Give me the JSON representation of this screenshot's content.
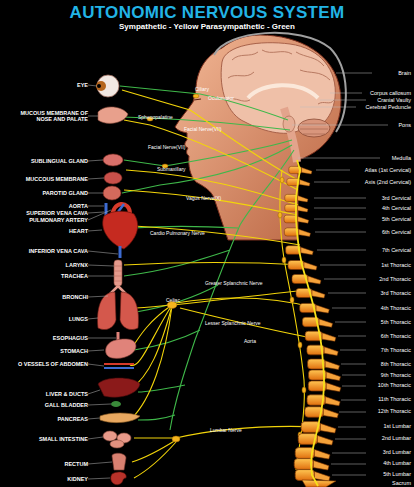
{
  "diagram": {
    "title": "AUTONOMIC NERVOUS SYSTEM",
    "labels": [
      "Sympathetic - Yellow Parasympathetic - Green",
      "EYE",
      "MUCOUS MEMBRANE OF NOSE AND PALATE",
      "SUBLINGUAL GLAND",
      "MUCCOUS MEMBRANE",
      "PAROTID GLAND",
      "AORTA",
      "SUPERIOR VENA CAVA",
      "PULMONARY ARTERY",
      "HEART",
      "INFERIOR VENA CAVA",
      "LARYNX",
      "TRACHEA",
      "BRONCHI",
      "LUNGS",
      "ESOPHAGUS",
      "STOMACH",
      "O VESSELS OF ABDOMEN",
      "LIVER & DUCTS",
      "GALL BLADDER",
      "PANCREAS",
      "SMALL INTESTINE",
      "RECTUM",
      "KIDNEY",
      "Ciliary",
      "Oculomotor",
      "Sphenopalatine",
      "Facial Nerve(VII)",
      "Facial Nerve(VII)",
      "Submaxillary",
      "Vagus Nerve(X)",
      "Cardio Pulmonary Nerve",
      "Greater Splanchnic Nerve",
      "Celiac",
      "Lesser Splanchnic Nerve",
      "Aorta",
      "Lumbar Nerve",
      "Brain",
      "Corpus callosum",
      "Cranial Vaulty",
      "Cerebral Peduncle",
      "Pons",
      "Medulla",
      "Atlas (1st Cervical)",
      "Axis (2nd Cervical)",
      "3rd Cervical",
      "4th Cervical",
      "5th Cervical",
      "6th Cervical",
      "7th Cervical",
      "1st Thoracic",
      "2nd Thoracic",
      "3rd Thoracic",
      "4th Thoracic",
      "5th Thoracic",
      "6th Thoracic",
      "7th Thoracic",
      "8th Thoracic",
      "9th Thoracic",
      "10th Thoracic",
      "11th Thoracic",
      "12th Thoracic",
      "1st Lumbar",
      "2nd Lumbar",
      "3rd Lumbar",
      "4th Lumbar",
      "5th Lumbar",
      "Sacrum"
    ]
  }
}
